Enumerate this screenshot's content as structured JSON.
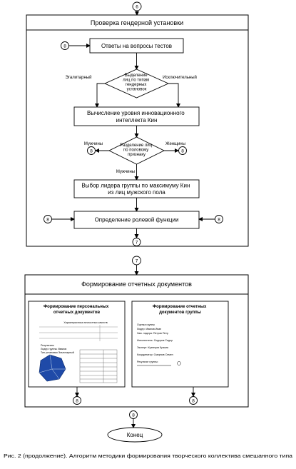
{
  "connectors": {
    "top": "6",
    "left_answers": "8",
    "mid_start": "7",
    "split_left": "8",
    "split_right": "8",
    "role_left": "8",
    "role_right": "8",
    "section_end": "7",
    "docs_left_out": "8",
    "docs_right_out": "8",
    "end_in": "8"
  },
  "section1": {
    "title": "Проверка гендерной установки",
    "answers": "Ответы на вопросы тестов",
    "decision1": [
      "Выделение",
      "лиц по типам",
      "гендерных",
      "установок"
    ],
    "label_egal": "Эгалитарный",
    "label_isk": "Исключительный",
    "calc": [
      "Вычисление уровня инновационного",
      "интеллекта Кин"
    ],
    "decision2": [
      "Разделение лиц",
      "по половому",
      "признаку"
    ],
    "label_men_side": "Мужчины",
    "label_women_side": "Женщины",
    "label_men_down": "Мужчины",
    "leader": [
      "Выбор лидера группы по максимуму Кин",
      "из лиц мужского пола"
    ],
    "role": "Определение ролевой функции"
  },
  "section2": {
    "title": "Формирование отчетных документов",
    "left_doc_title": [
      "Формирование персональных",
      "отчетных документов"
    ],
    "right_doc_title": [
      "Формирование отчетных",
      "документов группы"
    ],
    "thumb_header": "Характеристика личностных качеств",
    "thumb_left_lines": [
      "Результаты",
      "Лидер группы Иванов",
      "Тип установки Эгалитарный"
    ],
    "thumb_right_lines": [
      "Оценка группы",
      "Лидер: Иванов Иван",
      "Зам. лидера: Петров Петр",
      "Исполнитель: Сидоров Сидор",
      "Эксперт: Кузнецов Кузьма",
      "Координатор: Смирнов Семен",
      "Результат группы:"
    ]
  },
  "end": "Конец",
  "caption": "Рис. 2 (продолжение). Алгоритм методики формирования творческого коллектива смешанного типа"
}
